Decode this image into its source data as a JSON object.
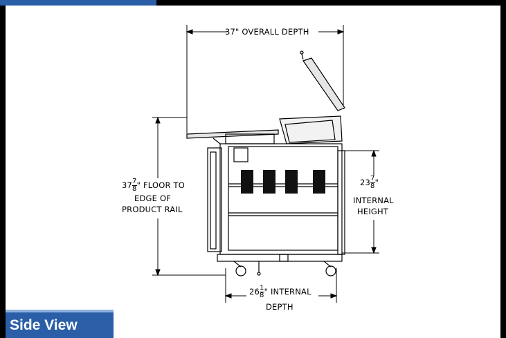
{
  "dimensions": {
    "overall_depth": "37\" OVERALL DEPTH",
    "floor_whole": "37",
    "floor_num": "7",
    "floor_den": "8",
    "floor_suffix": "\" FLOOR TO",
    "floor_line2": "EDGE OF",
    "floor_line3": "PRODUCT RAIL",
    "height_whole": "23",
    "height_num": "7",
    "height_den": "8",
    "height_suffix": "\"",
    "height_line2": "INTERNAL",
    "height_line3": "HEIGHT",
    "depth_whole": "26",
    "depth_num": "1",
    "depth_den": "8",
    "depth_suffix": "\" INTERNAL",
    "depth_line2": "DEPTH"
  },
  "caption": "Side View",
  "colors": {
    "accent": "#2a5fa8",
    "accent_light": "#8fb0dc",
    "frame": "#000000"
  }
}
